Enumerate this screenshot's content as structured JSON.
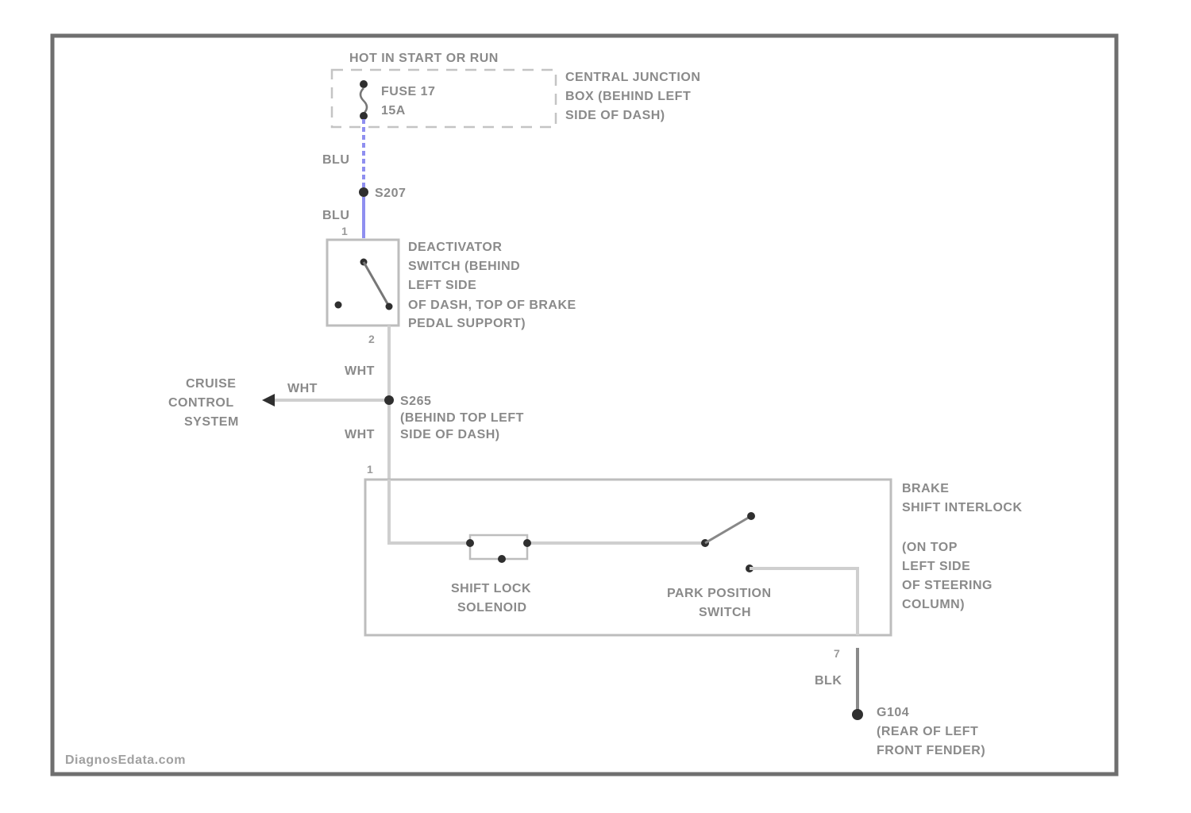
{
  "diagram": {
    "title": "HOT IN START OR RUN",
    "fuse": {
      "name": "FUSE 17",
      "rating": "15A"
    },
    "junction_box": {
      "lines": [
        "CENTRAL JUNCTION",
        "BOX (BEHIND LEFT",
        "SIDE OF DASH)"
      ]
    },
    "wires": {
      "w1_color": "BLU",
      "w2_color": "BLU",
      "w3_color": "WHT",
      "w4_color": "WHT",
      "w5_color": "WHT",
      "w6_color": "BLK"
    },
    "splice_1": "S207",
    "deactivator_switch": {
      "lines": [
        "DEACTIVATOR",
        "SWITCH (BEHIND",
        "LEFT SIDE",
        "OF DASH, TOP OF BRAKE",
        "PEDAL SUPPORT)"
      ]
    },
    "pins": {
      "deact_top": "1",
      "deact_bottom": "2",
      "brake_in": "1",
      "brake_out": "7"
    },
    "cruise": {
      "lines": [
        "CRUISE",
        "CONTROL",
        "SYSTEM"
      ]
    },
    "splice_2": {
      "id": "S265",
      "lines": [
        "(BEHIND TOP LEFT",
        "SIDE OF DASH)"
      ]
    },
    "brake_interlock": {
      "lines": [
        "BRAKE",
        "SHIFT INTERLOCK",
        "",
        "(ON TOP",
        "LEFT SIDE",
        "OF STEERING",
        "COLUMN)"
      ]
    },
    "shift_lock_solenoid": {
      "lines": [
        "SHIFT LOCK",
        "SOLENOID"
      ]
    },
    "park_position_switch": {
      "lines": [
        "PARK POSITION",
        "SWITCH"
      ]
    },
    "ground": {
      "id": "G104",
      "lines": [
        "(REAR OF LEFT",
        "FRONT FENDER)"
      ]
    },
    "watermark": "DiagnosEdata.com",
    "colors": {
      "wire_blue": "#8f8ff0",
      "frame": "#6f6f6f",
      "text": "#8a8a8a"
    }
  }
}
